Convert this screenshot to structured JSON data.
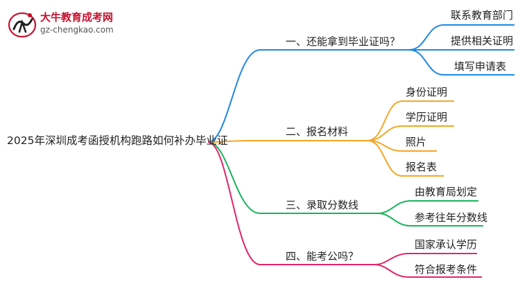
{
  "watermark": {
    "title": "大牛教育成考网",
    "url": "gz-chengkao.com"
  },
  "root": "2025年深圳成考函授机构跑路如何补办毕业证",
  "branches": [
    {
      "label": "一、还能拿到毕业证吗？",
      "color": "#1e88e5",
      "children": [
        "联系教育部门",
        "提供相关证明",
        "填写申请表"
      ]
    },
    {
      "label": "二、报名材料",
      "color": "#f5a623",
      "children": [
        "身份证明",
        "学历证明",
        "照片",
        "报名表"
      ]
    },
    {
      "label": "三、录取分数线",
      "color": "#19b35b",
      "children": [
        "由教育局划定",
        "参考往年分数线"
      ]
    },
    {
      "label": "四、能考公吗？",
      "color": "#e0246a",
      "children": [
        "国家承认学历",
        "符合报考条件"
      ]
    }
  ]
}
